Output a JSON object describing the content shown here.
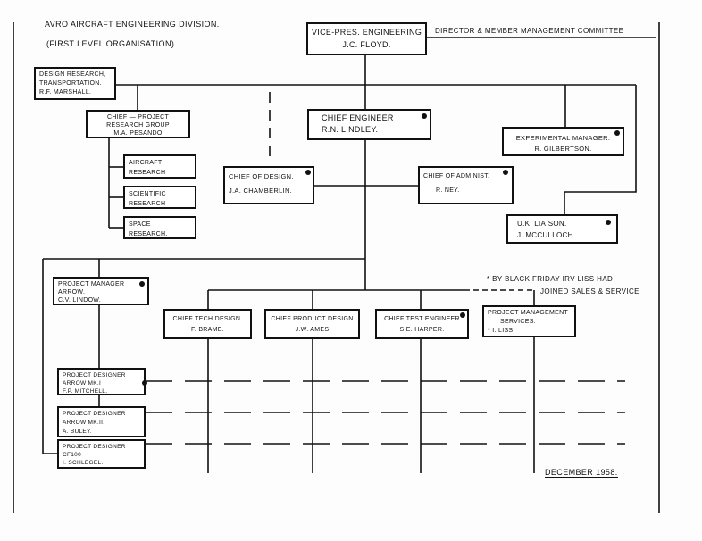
{
  "title": "Avro Aircraft Engineering Division.",
  "subtitle": "(First Level Organisation).",
  "director_note": "Director & Member Management Committee",
  "footnote": [
    "* By Black Friday Irv Liss Had",
    "Joined Sales & Service"
  ],
  "date": "December 1958.",
  "boxes": {
    "vp": [
      "Vice-Pres. Engineering",
      "J.C. Floyd."
    ],
    "design_research": [
      "Design Research,",
      "Transportation.",
      "R.F. Marshall."
    ],
    "project_research": [
      "Chief — Project",
      "Research Group",
      "M.A. Pesando"
    ],
    "aircraft_research": [
      "Aircraft",
      "Research"
    ],
    "scientific_research": [
      "Scientific",
      "Research"
    ],
    "space_research": [
      "Space",
      "Research."
    ],
    "chief_engineer": [
      "Chief Engineer",
      "R.N. Lindley."
    ],
    "chief_design": [
      "Chief of Design.",
      "J.A. Chamberlin."
    ],
    "chief_admin": [
      "Chief of Administ.",
      "R. Ney."
    ],
    "experimental": [
      "Experimental Manager.",
      "R. Gilbertson."
    ],
    "uk_liaison": [
      "U.K. Liaison.",
      "J. McCulloch."
    ],
    "pm_arrow": [
      "Project Manager",
      "Arrow.",
      "C.V. Lindow."
    ],
    "tech_design": [
      "Chief Tech.Design.",
      "F. Brame."
    ],
    "product_design": [
      "Chief Product Design",
      "J.W. Ames"
    ],
    "test_engineer": [
      "Chief Test Engineer",
      "S.E. Harper."
    ],
    "pm_services": [
      "Project Management",
      "Services.",
      "* I. Liss"
    ],
    "pd_mk1": [
      "Project Designer",
      "Arrow Mk.I",
      "F.P. Mitchell."
    ],
    "pd_mk2": [
      "Project Designer",
      "Arrow Mk.II.",
      "A. Buley."
    ],
    "pd_cf100": [
      "Project Designer",
      "CF100",
      "I. Schlegel."
    ]
  }
}
